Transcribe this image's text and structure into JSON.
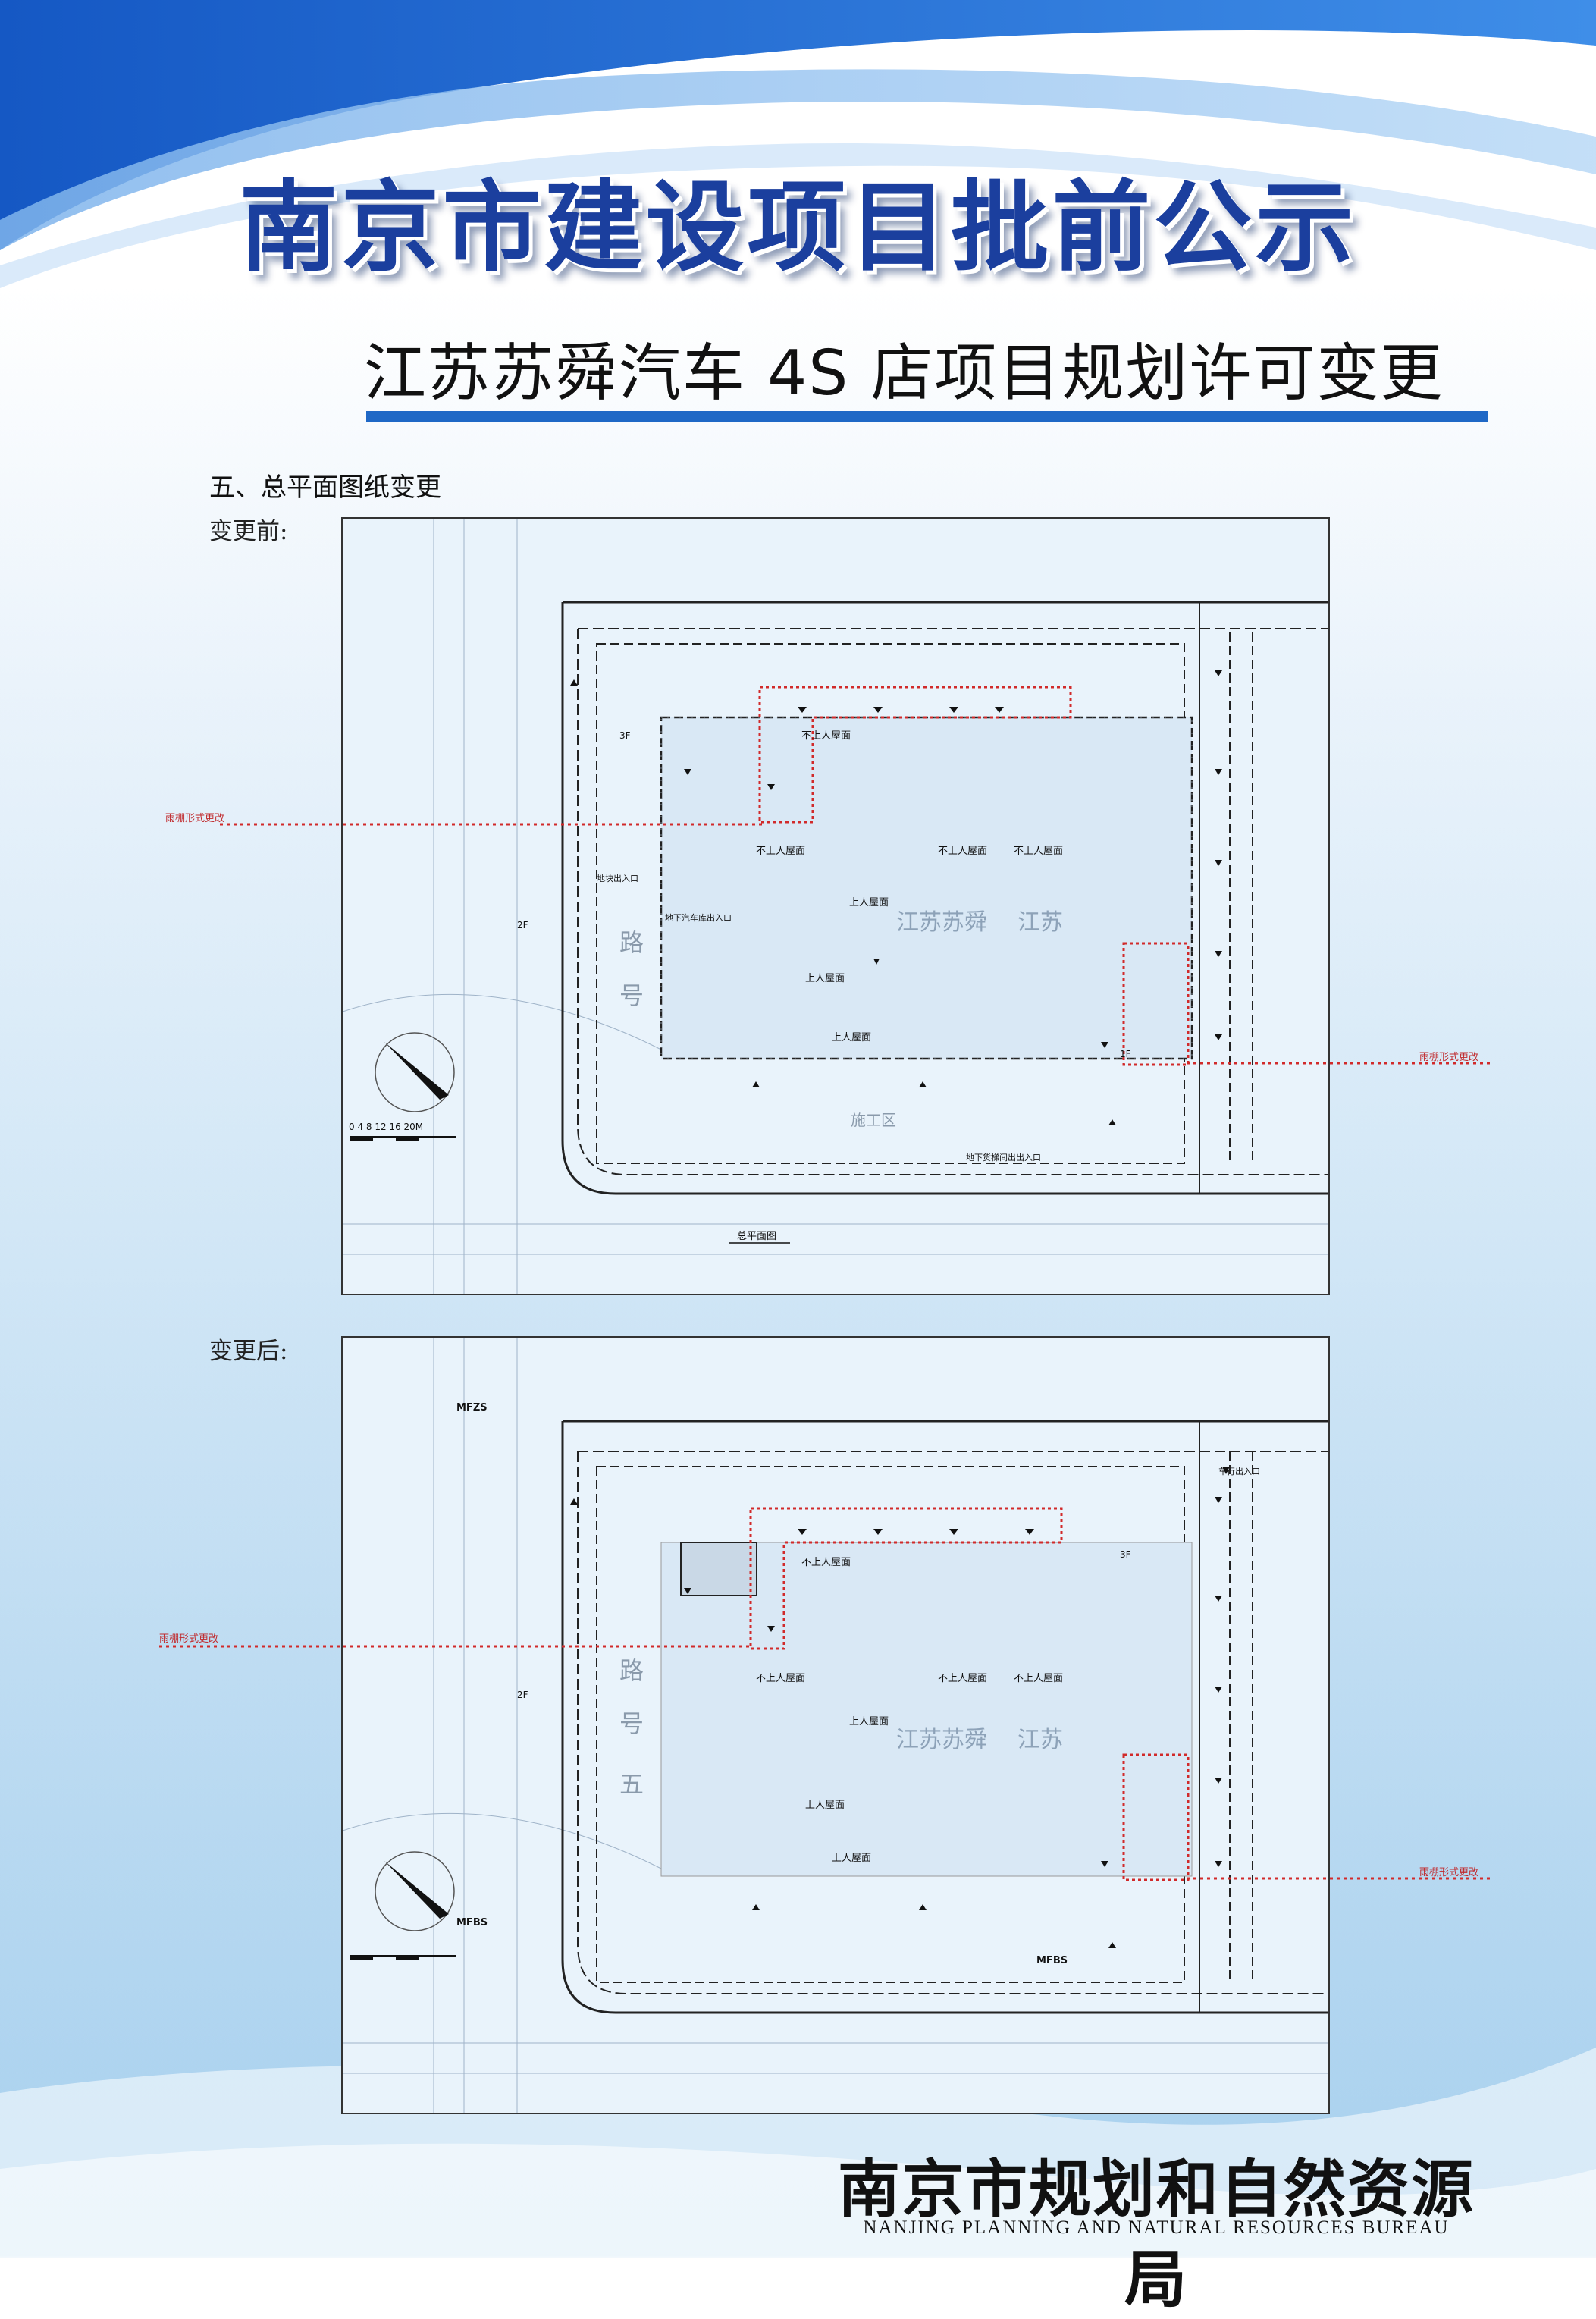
{
  "header": {
    "title": "南京市建设项目批前公示",
    "subtitle": "江苏苏舜汽车 4S 店项目规划许可变更"
  },
  "section_title": "五、总平面图纸变更",
  "before": {
    "label": "变更前:",
    "drawing_title": "总平面图",
    "scale_text": "0   4   8   12   16   20M",
    "left_note": "雨棚形式更改",
    "right_note": "雨棚形式更改",
    "labels": {
      "roof_no_top": "不上人屋面",
      "roof_no_left": "不上人屋面",
      "roof_no_right": "不上人屋面",
      "roof_no_far_right": "不上人屋面",
      "roof_up_1": "上人屋面",
      "roof_up_2": "上人屋面",
      "roof_up_3": "上人屋面",
      "brand": "江苏苏舜",
      "brand_cut": "江苏",
      "road_1": "路",
      "road_2": "号",
      "floor_3f": "3F",
      "floor_2f": "2F",
      "floor_1f": "1F",
      "garage_entry": "地下汽车库出入口",
      "fire_entry": "地块出入口",
      "basement_entry": "地下货梯间出出入口",
      "construction": "施工区"
    }
  },
  "after": {
    "label": "变更后:",
    "left_note": "雨棚形式更改",
    "right_note": "雨棚形式更改",
    "labels": {
      "roof_no_top": "不上人屋面",
      "roof_no_left": "不上人屋面",
      "roof_no_right": "不上人屋面",
      "roof_no_far_right": "不上人屋面",
      "roof_up_1": "上人屋面",
      "roof_up_2": "上人屋面",
      "roof_up_3": "上人屋面",
      "brand": "江苏苏舜",
      "brand_cut": "江苏",
      "road_1": "路",
      "road_2": "号",
      "road_3": "五",
      "floor_3f": "3F",
      "floor_2f": "2F",
      "mfzs": "MFZS",
      "mfbs_1": "MFBS",
      "mfbs_2": "MFBS",
      "car_entry": "车行出入口"
    }
  },
  "footer": {
    "name_cn": "南京市规划和自然资源局",
    "name_en": "NANJING PLANNING AND NATURAL RESOURCES BUREAU"
  },
  "colors": {
    "title_blue": "#1b3f9e",
    "rule_blue": "#1f68c6",
    "accent_red": "#c0282b"
  }
}
